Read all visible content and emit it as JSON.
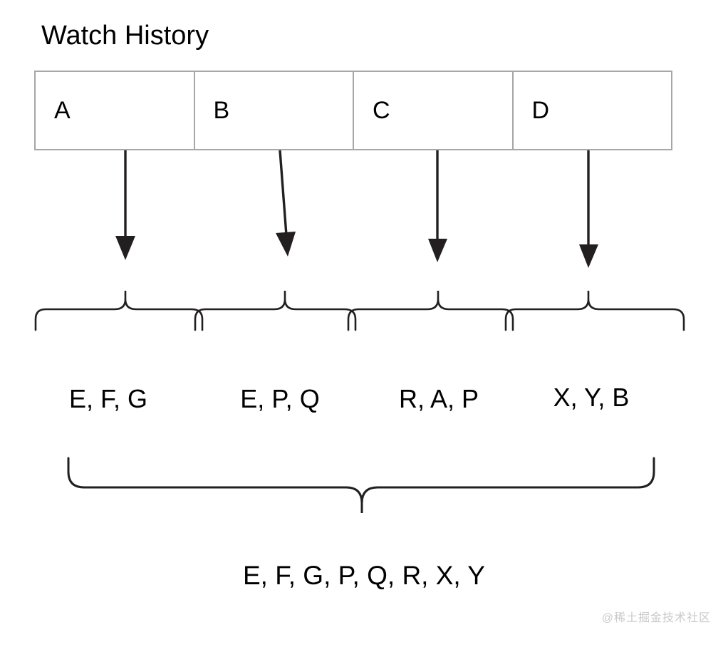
{
  "diagram": {
    "title": "Watch History",
    "history_cells": [
      {
        "label": "A"
      },
      {
        "label": "B"
      },
      {
        "label": "C"
      },
      {
        "label": "D"
      }
    ],
    "arrows": [
      {
        "name": "arrow-from-a"
      },
      {
        "name": "arrow-from-b"
      },
      {
        "name": "arrow-from-c"
      },
      {
        "name": "arrow-from-d"
      }
    ],
    "groups": [
      {
        "label": "E, F, G"
      },
      {
        "label": "E, P, Q"
      },
      {
        "label": "R, A, P"
      },
      {
        "label": "X, Y, B"
      }
    ],
    "result": "E, F, G, P, Q, R, X, Y",
    "watermark": "@稀土掘金技术社区",
    "colors": {
      "table_border": "#a6a6a6",
      "stroke": "#231f20",
      "text": "#000000",
      "background": "#ffffff",
      "watermark": "#c9c9c9"
    }
  }
}
